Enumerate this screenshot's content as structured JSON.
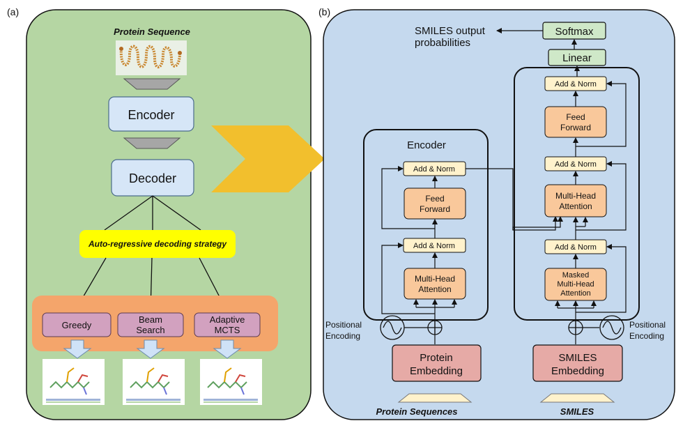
{
  "panel_a": {
    "tag": "(a)",
    "protein_sequence_label": "Protein Sequence",
    "encoder_label": "Encoder",
    "decoder_label": "Decoder",
    "strategy_label": "Auto-regressive decoding strategy",
    "methods": [
      {
        "line1": "Greedy",
        "line2": ""
      },
      {
        "line1": "Beam",
        "line2": "Search"
      },
      {
        "line1": "Adaptive",
        "line2": "MCTS"
      }
    ]
  },
  "panel_b": {
    "tag": "(b)",
    "output_label_line1": "SMILES output",
    "output_label_line2": "probabilities",
    "softmax_label": "Softmax",
    "linear_label": "Linear",
    "encoder_title": "Encoder",
    "add_norm_label": "Add & Norm",
    "feed_forward_line1": "Feed",
    "feed_forward_line2": "Forward",
    "mha_line1": "Multi-Head",
    "mha_line2": "Attention",
    "masked_line1": "Masked",
    "masked_line2": "Multi-Head",
    "masked_line3": "Attention",
    "pos_enc_line1": "Positional",
    "pos_enc_line2": "Encoding",
    "protein_emb_line1": "Protein",
    "protein_emb_line2": "Embedding",
    "smiles_emb_line1": "SMILES",
    "smiles_emb_line2": "Embedding",
    "protein_input_label": "Protein Sequences",
    "smiles_input_label": "SMILES"
  },
  "colors": {
    "panel_a_bg": "#b5d6a3",
    "panel_b_bg": "#c5d9ee",
    "blue_box": "#d6e6f7",
    "orange_band": "#f4a56b",
    "method_box": "#d2a1bf",
    "yellow": "#ffff00",
    "chevron": "#f2bf2d",
    "add_norm": "#fff2cc",
    "orange_box": "#f9c89b",
    "embedding": "#e6aaa6",
    "output_box": "#cfe8c8"
  }
}
